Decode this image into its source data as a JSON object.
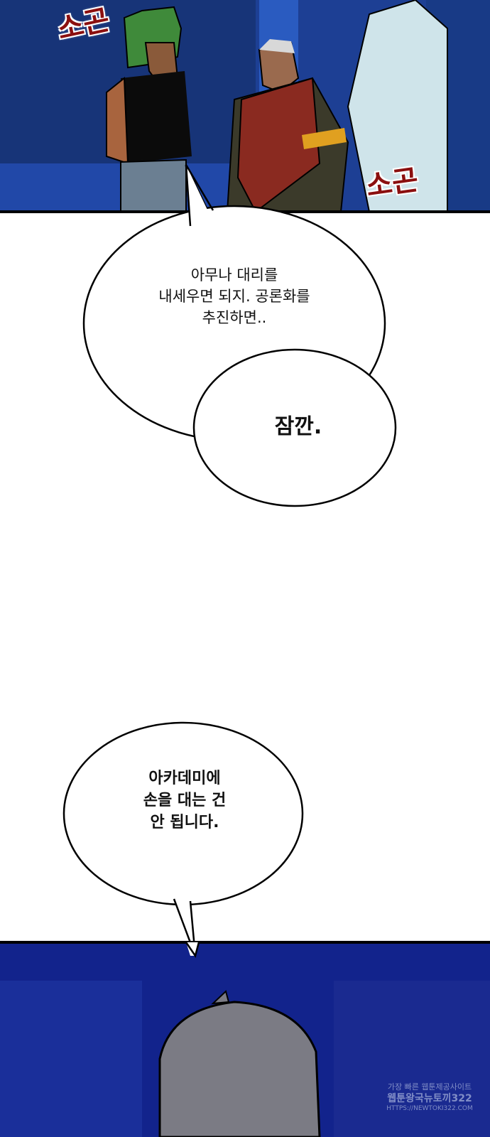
{
  "panel_top": {
    "sfx_left": "소곤",
    "sfx_right": "소곤"
  },
  "bubbles": [
    {
      "text": "아무나 대리를\n내세우면 되지. 공론화를\n추진하면.."
    },
    {
      "text": "잠깐."
    },
    {
      "text": "아카데미에\n손을 대는 건\n안 됩니다."
    }
  ],
  "watermark": {
    "line1": "가장 빠른 웹툰제공사이트",
    "line2": "웹툰왕국뉴토끼322",
    "line3": "HTTPS://NEWTOKI322.COM"
  },
  "colors": {
    "panel_bg": "#1a3a8c",
    "bottom_bg": "#10208a",
    "sfx": "#8b0f0f"
  }
}
